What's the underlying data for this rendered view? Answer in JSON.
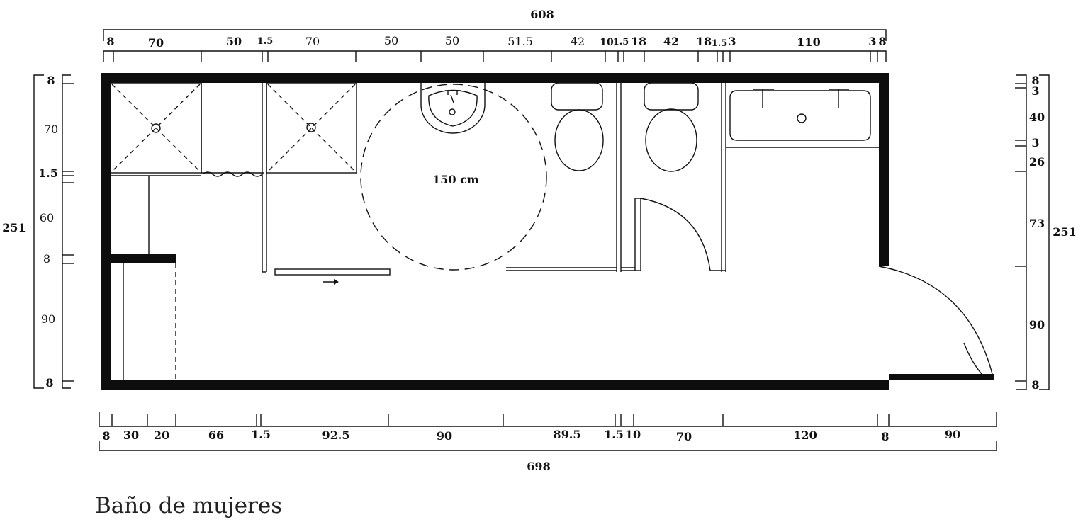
{
  "caption": "Baño de mujeres",
  "turning_circle_label": "150 cm",
  "top_total": "608",
  "top_segments": [
    "8",
    "70",
    "50",
    "1.5",
    "70",
    "50",
    "50",
    "51.5",
    "42",
    "10",
    "1.5",
    "18",
    "42",
    "18",
    "1.5",
    "3",
    "110",
    "3",
    "8"
  ],
  "bottom_total": "698",
  "bottom_segments": [
    "8",
    "30",
    "20",
    "66",
    "1.5",
    "92.5",
    "90",
    "89.5",
    "1.5",
    "10",
    "70",
    "120",
    "8",
    "90"
  ],
  "left_total": "251",
  "left_segments": [
    "8",
    "70",
    "1.5",
    "60",
    "8",
    "90",
    "8"
  ],
  "right_total": "251",
  "right_segments": [
    "8",
    "3",
    "40",
    "3",
    "26",
    "73",
    "90",
    "8"
  ]
}
